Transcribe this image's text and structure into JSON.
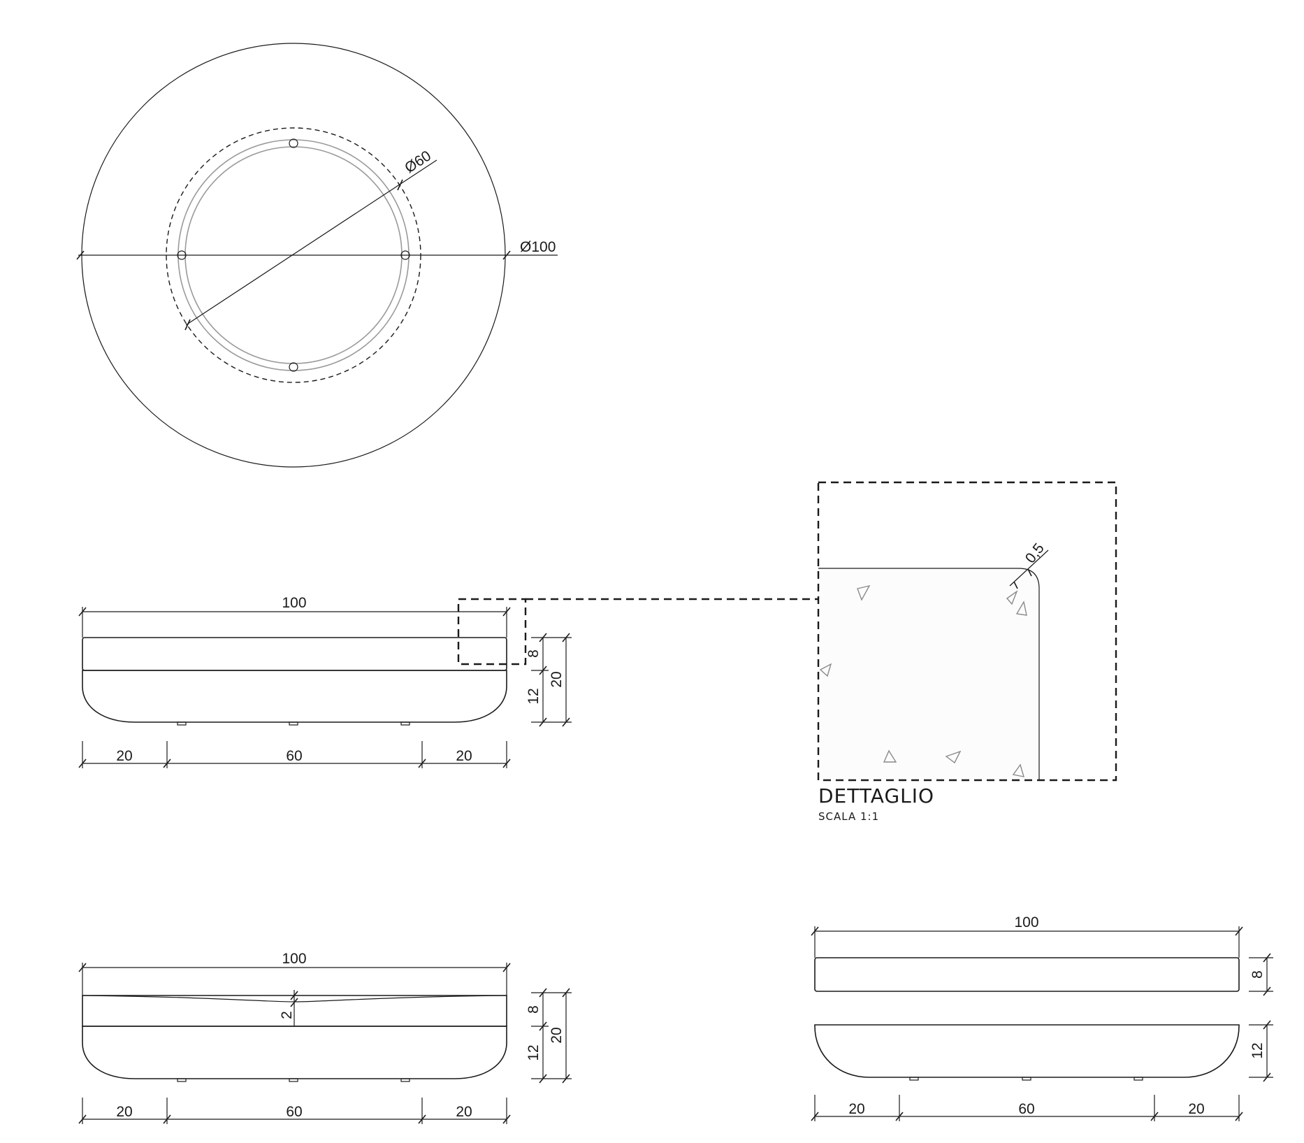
{
  "plan_view": {
    "outer_diameter": "Ø100",
    "inner_diameter": "Ø60"
  },
  "section_a": {
    "overall_width": "100",
    "top_thickness": "8",
    "base_thickness": "12",
    "total_height": "20",
    "left_segment": "20",
    "middle_segment": "60",
    "right_segment": "20"
  },
  "section_b": {
    "overall_width": "100",
    "recess_depth": "2",
    "top_thickness": "8",
    "base_thickness": "12",
    "total_height": "20",
    "left_segment": "20",
    "middle_segment": "60",
    "right_segment": "20"
  },
  "exploded_view": {
    "overall_width": "100",
    "top_thickness": "8",
    "base_thickness": "12",
    "left_segment": "20",
    "middle_segment": "60",
    "right_segment": "20"
  },
  "detail": {
    "title": "DETTAGLIO",
    "scale": "SCALA 1:1",
    "radius": "0,5"
  }
}
